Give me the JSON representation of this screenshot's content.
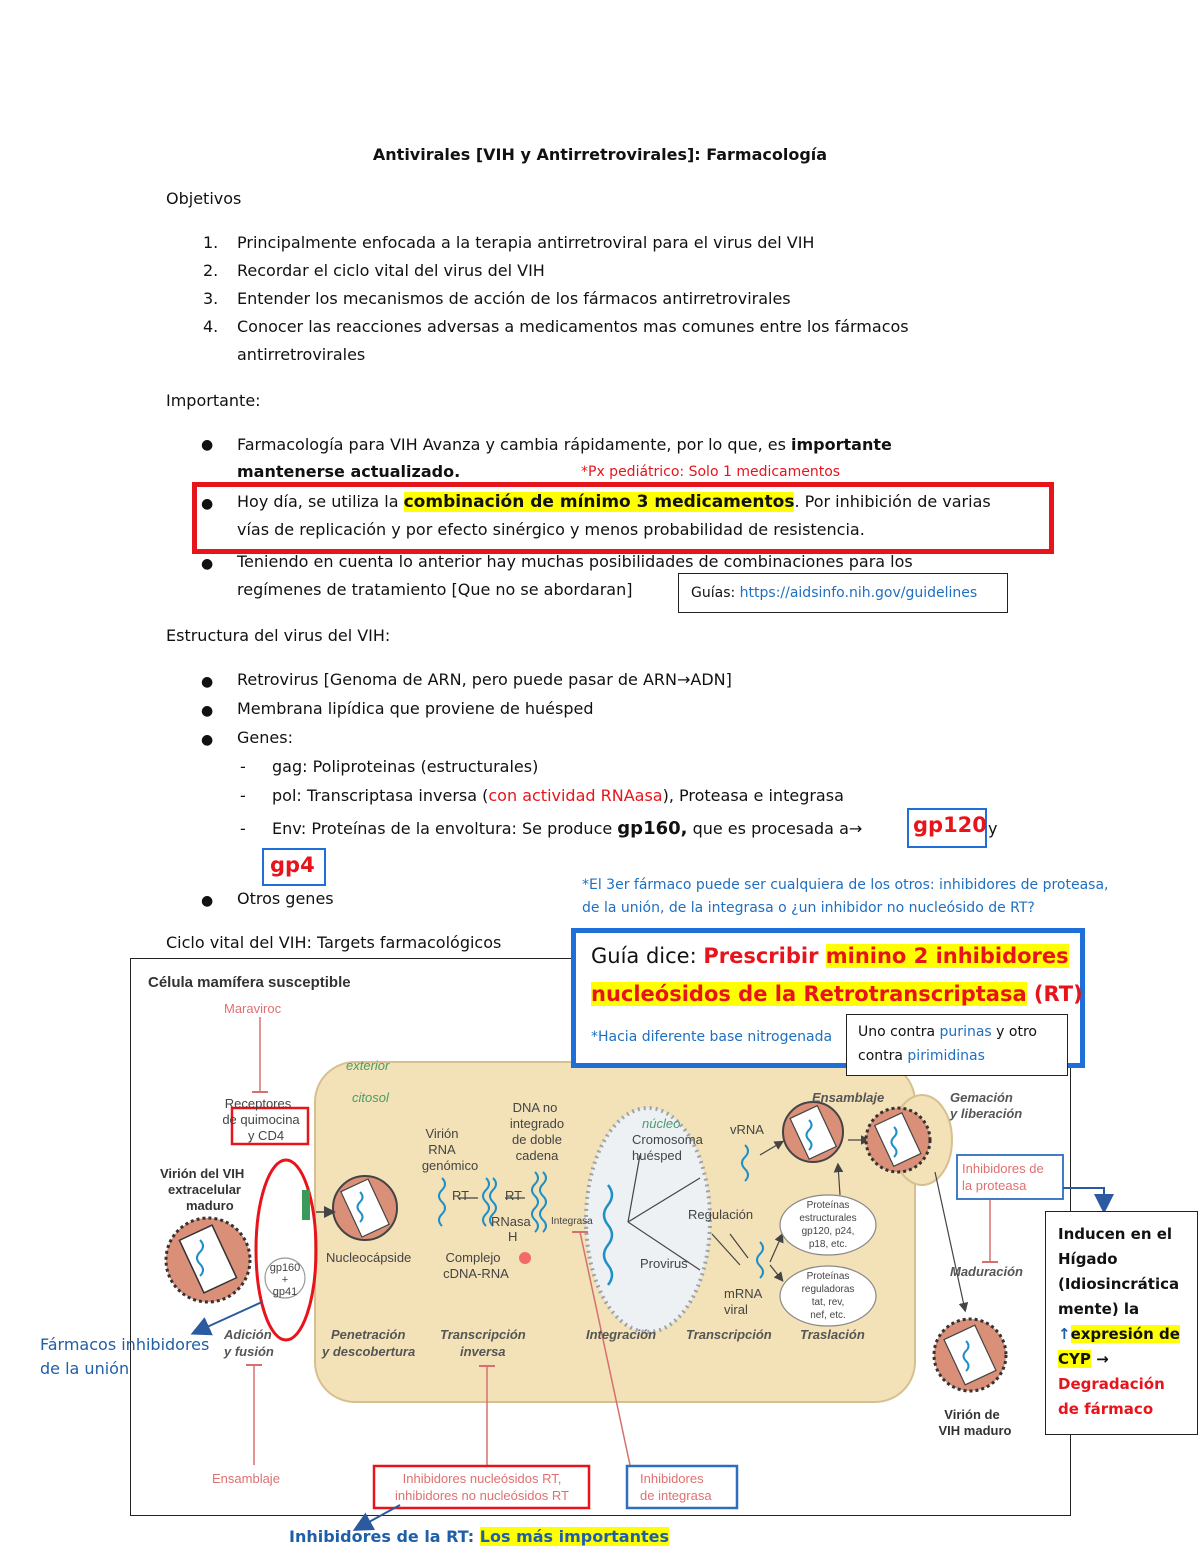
{
  "title": "Antivirales [VIH y Antirretrovirales]: Farmacología",
  "objetivos": {
    "heading": "Objetivos",
    "items": [
      {
        "n": "1.",
        "text": "Principalmente enfocada a la terapia antirretroviral para el virus del VIH"
      },
      {
        "n": "2.",
        "text": "Recordar el ciclo vital del virus del VIH"
      },
      {
        "n": "3.",
        "text": "Entender los mecanismos de acción de los fármacos antirretrovirales"
      },
      {
        "n": "4.",
        "text": "Conocer las reacciones adversas a medicamentos mas comunes entre los fármacos",
        "text2": "antirretrovirales"
      }
    ]
  },
  "importante": {
    "heading": "Importante:",
    "b1_a": "Farmacología para VIH Avanza y cambia rápidamente, por lo que, es ",
    "b1_b": "importante",
    "b1_c": "mantenerse actualizado.",
    "ped_note": "*Px pediátrico: Solo 1 medicamentos",
    "b2_a": "Hoy día, se utiliza la ",
    "b2_hl": "combinación de mínimo 3 medicamentos",
    "b2_b": ". Por inhibición de varias",
    "b2_c": "vías de replicación y por efecto sinérgico y menos probabilidad de resistencia.",
    "b3_a": "Teniendo en cuenta lo anterior hay muchas posibilidades de combinaciones para los",
    "b3_b": "regímenes de tratamiento [Que no se abordaran]",
    "guias_label": "Guías: ",
    "guias_url": "https://aidsinfo.nih.gov/guidelines"
  },
  "estructura": {
    "heading": "Estructura del virus del VIH:",
    "b1": "Retrovirus [Genoma de ARN, pero puede pasar de ARN",
    "b1_arrow": "→",
    "b1_end": "ADN]",
    "b2": "Membrana lipídica que proviene de huésped",
    "b3": "Genes:",
    "g1": "gag: Poliproteinas (estructurales)",
    "g2_a": "pol: Transcriptasa inversa (",
    "g2_red": "con actividad RNAasa",
    "g2_b": "), Proteasa e integrasa",
    "g3_a": "Env: Proteínas de la envoltura: Se produce ",
    "g3_bold": "gp160,",
    "g3_b": " que es procesada a",
    "g3_arrow": "→",
    "gp120": "gp120",
    "y": "y",
    "gp4": "gp4",
    "b4": "Otros genes",
    "tercer_note_1": "*El 3er fármaco puede ser cualquiera de los otros: inhibidores de proteasa,",
    "tercer_note_2": "de la unión, de la integrasa o ¿un inhibidor no nucleósido de RT?"
  },
  "ciclo_heading": "Ciclo vital del VIH: Targets farmacológicos",
  "guia_box": {
    "pre": "Guía dice: ",
    "red1": "Prescribir ",
    "hl1": "minino 2 inhibidores",
    "hl2": "nucleósidos de la Retrotranscriptasa",
    "red2": " (RT)",
    "note": "*Hacia diferente base nitrogenada",
    "uno_1": "Uno contra ",
    "purinas": "purinas",
    "uno_2": " y otro",
    "contra": "contra ",
    "pirimidinas": "pirimidinas"
  },
  "diagram": {
    "cell_title": "Célula mamífera susceptible",
    "maraviroc": "Maraviroc",
    "exterior": "exterior",
    "citosol": "citosol",
    "receptores_1": "Receptores",
    "receptores_2": "de quimocina",
    "receptores_3": "y CD4",
    "virion_ext_1": "Virión del VIH",
    "virion_ext_2": "extracelular",
    "virion_ext_3": "maduro",
    "gp_1": "gp160",
    "gp_2": "+",
    "gp_3": "gp41",
    "nucleocapside": "Nucleocápside",
    "virion_rna_1": "Virión",
    "virion_rna_2": "RNA",
    "virion_rna_3": "genómico",
    "rt1": "RT",
    "rt2": "RT",
    "rnasa_1": "RNasa",
    "rnasa_2": "H",
    "complejo_1": "Complejo",
    "complejo_2": "cDNA-RNA",
    "dna_1": "DNA no",
    "dna_2": "integrado",
    "dna_3": "de doble",
    "dna_4": "cadena",
    "integrasa": "Integrasa",
    "nucleo": "núcleo",
    "cromosoma_1": "Cromosoma",
    "cromosoma_2": "huésped",
    "provirus": "Provirus",
    "regulacion": "Regulación",
    "vrna": "vRNA",
    "mrna_1": "mRNA",
    "mrna_2": "viral",
    "prot_est_1": "Proteínas",
    "prot_est_2": "estructurales",
    "prot_est_3": "gp120, p24,",
    "prot_est_4": "p18, etc.",
    "prot_reg_1": "Proteínas",
    "prot_reg_2": "reguladoras",
    "prot_reg_3": "tat, rev,",
    "prot_reg_4": "nef, etc.",
    "ensamblaje_top": "Ensamblaje",
    "gemacion_1": "Gemación",
    "gemacion_2": "y liberación",
    "inh_proteasa_1": "Inhibidores de",
    "inh_proteasa_2": "la proteasa",
    "maduracion": "Maduración",
    "virion_maduro_1": "Virión de",
    "virion_maduro_2": "VIH maduro",
    "stage_adicion_1": "Adición",
    "stage_adicion_2": "y fusión",
    "stage_penetracion_1": "Penetración",
    "stage_penetracion_2": "y descobertura",
    "stage_transcripcion_1": "Transcripción",
    "stage_transcripcion_2": "inversa",
    "stage_integracion": "Integración",
    "stage_transcripcion": "Transcripción",
    "stage_traslacion": "Traslación",
    "ensamblaje_bottom": "Ensamblaje",
    "inh_rt_1": "Inhibidores nucleósidos RT,",
    "inh_rt_2": "inhibidores no nucleósidos RT",
    "inh_integrasa_1": "Inhibidores",
    "inh_integrasa_2": "de integrasa"
  },
  "farmacos_union_1": "Fármacos inhibidores",
  "farmacos_union_2": "de la unión",
  "inhiben_rt_a": "Inhibidores de la RT: ",
  "inhiben_rt_hl": "Los más importantes",
  "higado": {
    "l1": "Inducen en el",
    "l2": "Hígado",
    "l3": "(Idiosincrática",
    "l4": "mente) la",
    "l5_arrow": "↑",
    "l5": "expresión de",
    "l6": "CYP",
    "l6_arrow": " →",
    "l7": "Degradación",
    "l8": "de fármaco"
  },
  "colors": {
    "accent_red": "#e8141c",
    "accent_blue": "#1f6fd8",
    "highlight": "#ffff00",
    "cell": "#f3e2b8",
    "virus": "#d98f78"
  }
}
